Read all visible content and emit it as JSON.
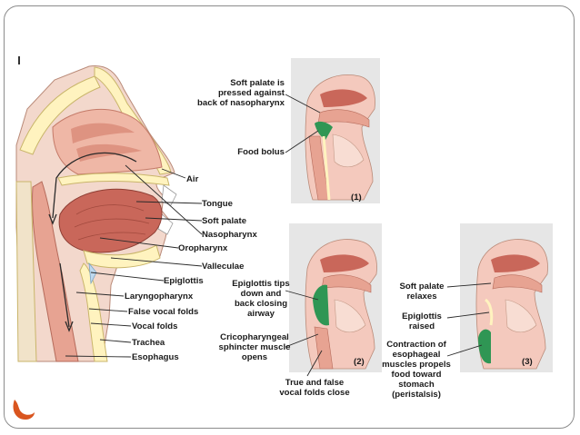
{
  "colors": {
    "frame": "#8c8c8c",
    "tissue_light": "#f4c9bd",
    "tissue_mid": "#e7a392",
    "tissue_dark": "#c9675a",
    "bone": "#fff3bf",
    "bone_dark": "#e6d77e",
    "panel_bg": "#e6e6e6",
    "bolus": "#2f9654",
    "accent": "#d9551f"
  },
  "main": {
    "labels": {
      "air": "Air",
      "tongue": "Tongue",
      "soft_palate": "Soft palate",
      "nasopharynx": "Nasopharynx",
      "oropharynx": "Oropharynx",
      "valleculae": "Valleculae",
      "epiglottis": "Epiglottis",
      "laryngopharynx": "Laryngopharynx",
      "false_vocal_folds": "False vocal folds",
      "vocal_folds": "Vocal folds",
      "trachea": "Trachea",
      "esophagus": "Esophagus"
    }
  },
  "stage1": {
    "number": "(1)",
    "soft_palate_note": "Soft palate is\npressed against\nback of nasopharynx",
    "food_bolus": "Food bolus"
  },
  "stage2": {
    "number": "(2)",
    "epiglottis_note": "Epiglottis tips\ndown and\nback closing\nairway",
    "cricopharyngeal_note": "Cricopharyngeal\nsphincter muscle\nopens",
    "vocal_folds_note": "True and false\nvocal folds close"
  },
  "stage3": {
    "number": "(3)",
    "soft_palate_note": "Soft palate\nrelaxes",
    "epiglottis_note": "Epiglottis\nraised",
    "contraction_note": "Contraction of\nesophageal\nmuscles propels\nfood toward\nstomach\n(peristalsis)"
  },
  "icons": {
    "slide_logo": "swirl-logo-icon"
  }
}
